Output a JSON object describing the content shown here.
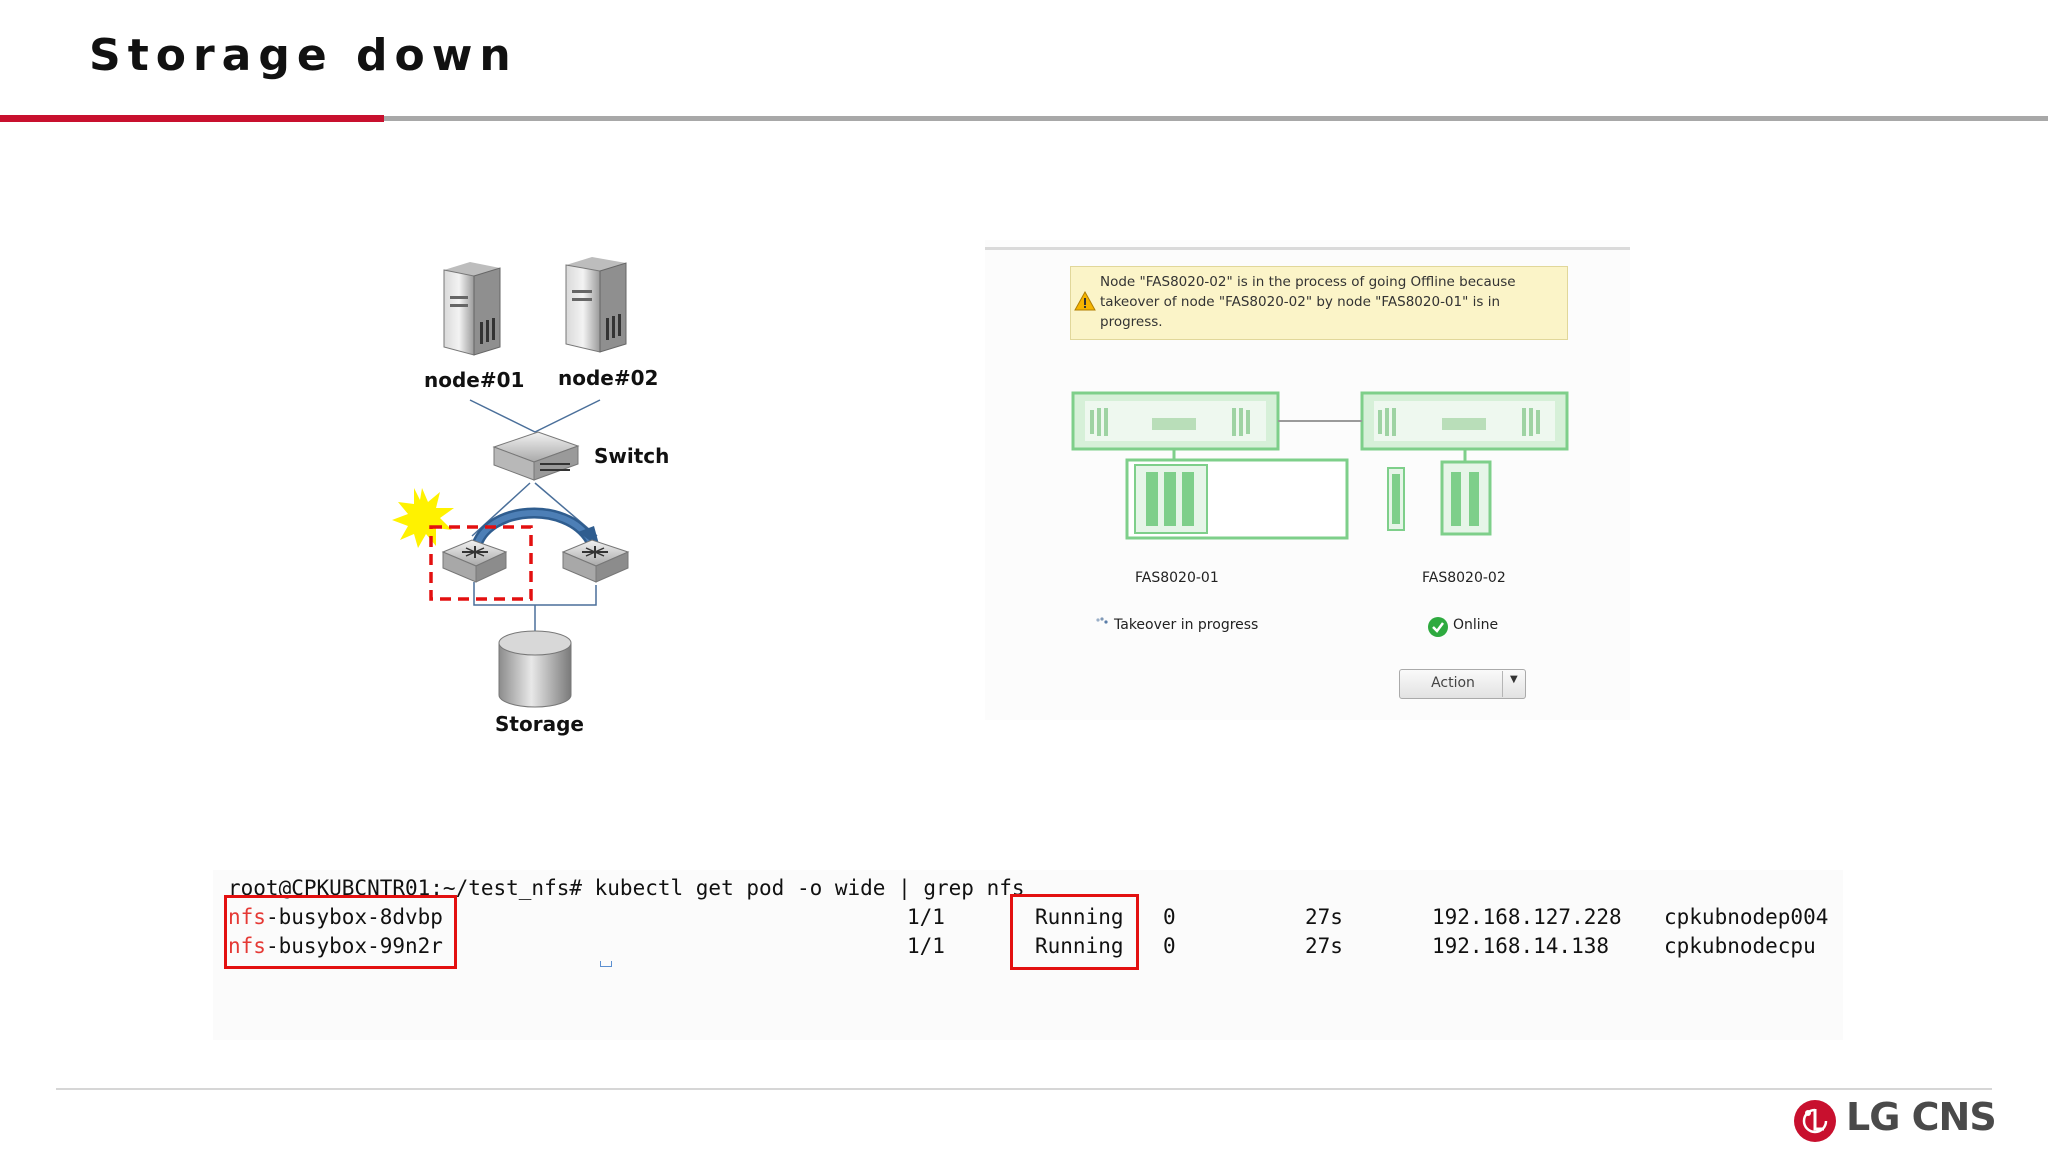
{
  "slide": {
    "title": "Storage down"
  },
  "diagram": {
    "node1_label": "node#01",
    "node2_label": "node#02",
    "switch_label": "Switch",
    "storage_label": "Storage"
  },
  "netapp": {
    "alert_text": "Node \"FAS8020-02\" is in the process of going Offline because takeover of node \"FAS8020-02\" by node \"FAS8020-01\" is in progress.",
    "node1_name": "FAS8020-01",
    "node2_name": "FAS8020-02",
    "node1_status": "Takeover in progress",
    "node2_status": "Online",
    "action_label": "Action",
    "colors": {
      "alert_bg": "#fbf4c8",
      "controller_green": "#7ecf8a",
      "online_green": "#2eaa3f"
    }
  },
  "terminal": {
    "command": "root@CPKUBCNTR01:~/test_nfs# kubectl get pod -o wide | grep nfs",
    "rows": [
      {
        "name_highlight": "nfs",
        "name_rest": "-busybox-8dvbp",
        "ready": "1/1",
        "status": "Running",
        "restarts": "0",
        "age": "27s",
        "ip": "192.168.127.228",
        "node": "cpkubnodep004"
      },
      {
        "name_highlight": "nfs",
        "name_rest": "-busybox-99n2r",
        "ready": "1/1",
        "status": "Running",
        "restarts": "0",
        "age": "27s",
        "ip": "192.168.14.138",
        "node": "cpkubnodecpu"
      }
    ]
  },
  "logo": {
    "text": "LG CNS",
    "color": "#c8102e"
  }
}
